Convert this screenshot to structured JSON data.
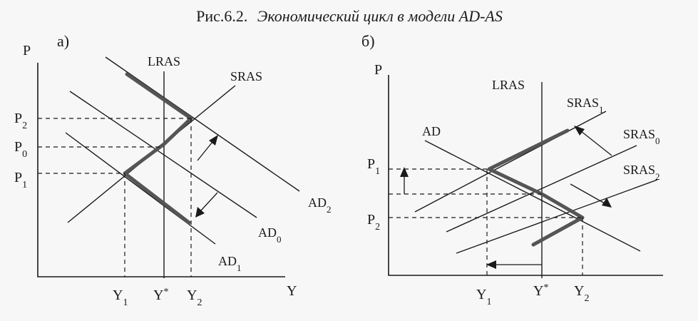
{
  "figure": {
    "title_prefix": "Рис.6.2.",
    "title_italic": "Экономический цикл в модели AD-AS"
  },
  "panel_a": {
    "label": "а)",
    "y_axis": "P",
    "x_axis": "Y",
    "curves": {
      "lras": "LRAS",
      "sras": "SRAS",
      "ad0": "AD",
      "ad0_sub": "0",
      "ad1": "AD",
      "ad1_sub": "1",
      "ad2": "AD",
      "ad2_sub": "2"
    },
    "prices": [
      {
        "base": "P",
        "sub": "2"
      },
      {
        "base": "P",
        "sub": "0"
      },
      {
        "base": "P",
        "sub": "1"
      }
    ],
    "outputs": [
      {
        "base": "Y",
        "sub": "1"
      },
      {
        "base": "Y",
        "sup": "*"
      },
      {
        "base": "Y",
        "sub": "2"
      }
    ]
  },
  "panel_b": {
    "label": "б)",
    "y_axis": "P",
    "curves": {
      "lras": "LRAS",
      "ad": "AD",
      "sras1": "SRAS",
      "sras1_sub": "1",
      "sras0": "SRAS",
      "sras0_sub": "0",
      "sras2": "SRAS",
      "sras2_sub": "2"
    },
    "prices": [
      {
        "base": "P",
        "sub": "1"
      },
      {
        "base": "P",
        "sub": "2"
      }
    ],
    "outputs": [
      {
        "base": "Y",
        "sub": "1"
      },
      {
        "base": "Y",
        "sup": "*"
      },
      {
        "base": "Y",
        "sub": "2"
      }
    ]
  }
}
